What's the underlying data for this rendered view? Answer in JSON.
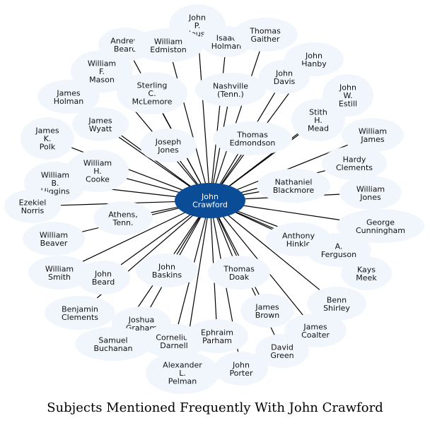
{
  "title": "Subjects Mentioned Frequently With John Crawford",
  "center": {
    "label": "John\nCrawford",
    "color": "#0b4c97"
  },
  "node_color": "#f1f6fd",
  "nodes": [
    {
      "id": "john-p-house",
      "label": "John\nP.\nHouse"
    },
    {
      "id": "isaac-holman",
      "label": "Isaac\nHolman"
    },
    {
      "id": "thomas-gaither",
      "label": "Thomas\nGaither"
    },
    {
      "id": "andrew-beard",
      "label": "Andrew\nBeard"
    },
    {
      "id": "william-edmiston",
      "label": "William\nEdmiston"
    },
    {
      "id": "john-hanby",
      "label": "John\nHanby"
    },
    {
      "id": "william-f-mason",
      "label": "William\nF.\nMason"
    },
    {
      "id": "john-davis",
      "label": "John\nDavis"
    },
    {
      "id": "nashville-tenn",
      "label": "Nashville\n(Tenn.)"
    },
    {
      "id": "john-w-estill",
      "label": "John\nW.\nEstill"
    },
    {
      "id": "sterling-c-mclemore",
      "label": "Sterling\nC.\nMcLemore"
    },
    {
      "id": "james-holman",
      "label": "James\nHolman"
    },
    {
      "id": "stith-h-mead",
      "label": "Stith\nH.\nMead"
    },
    {
      "id": "james-wyatt",
      "label": "James\nWyatt"
    },
    {
      "id": "thomas-edmondson",
      "label": "Thomas\nEdmondson"
    },
    {
      "id": "william-james",
      "label": "William\nJames"
    },
    {
      "id": "james-k-polk",
      "label": "James\nK.\nPolk"
    },
    {
      "id": "joseph-jones",
      "label": "Joseph\nJones"
    },
    {
      "id": "hardy-clements",
      "label": "Hardy\nClements"
    },
    {
      "id": "william-h-cooke",
      "label": "William\nH.\nCooke"
    },
    {
      "id": "william-b-higgins",
      "label": "William\nB.\nHiggins"
    },
    {
      "id": "nathaniel-blackmore",
      "label": "Nathaniel\nBlackmore"
    },
    {
      "id": "william-jones",
      "label": "William\nJones"
    },
    {
      "id": "ezekiel-norris",
      "label": "Ezekiel\nNorris"
    },
    {
      "id": "athens-tenn",
      "label": "Athens,\nTenn."
    },
    {
      "id": "george-cunningham",
      "label": "George\nCunningham"
    },
    {
      "id": "anthony-hinkle",
      "label": "Anthony\nHinkle"
    },
    {
      "id": "william-beaver",
      "label": "William\nBeaver"
    },
    {
      "id": "a-ferguson",
      "label": "A.\nFerguson"
    },
    {
      "id": "william-smith",
      "label": "William\nSmith"
    },
    {
      "id": "john-beard",
      "label": "John\nBeard"
    },
    {
      "id": "john-baskins",
      "label": "John\nBaskins"
    },
    {
      "id": "thomas-doak",
      "label": "Thomas\nDoak"
    },
    {
      "id": "kays-meek",
      "label": "Kays\nMeek"
    },
    {
      "id": "benn-shirley",
      "label": "Benn\nShirley"
    },
    {
      "id": "benjamin-clements",
      "label": "Benjamin\nClements"
    },
    {
      "id": "james-brown",
      "label": "James\nBrown"
    },
    {
      "id": "joshua-graham",
      "label": "Joshua\nGraham"
    },
    {
      "id": "james-coalter",
      "label": "James\nCoalter"
    },
    {
      "id": "cornelius-darnell",
      "label": "Cornelius\nDarnell"
    },
    {
      "id": "ephraim-parham",
      "label": "Ephraim\nParham"
    },
    {
      "id": "samuel-buchanan",
      "label": "Samuel\nBuchanan"
    },
    {
      "id": "david-green",
      "label": "David\nGreen"
    },
    {
      "id": "alexander-l-pelman",
      "label": "Alexander\nL.\nPelman"
    },
    {
      "id": "john-porter",
      "label": "John\nPorter"
    }
  ]
}
